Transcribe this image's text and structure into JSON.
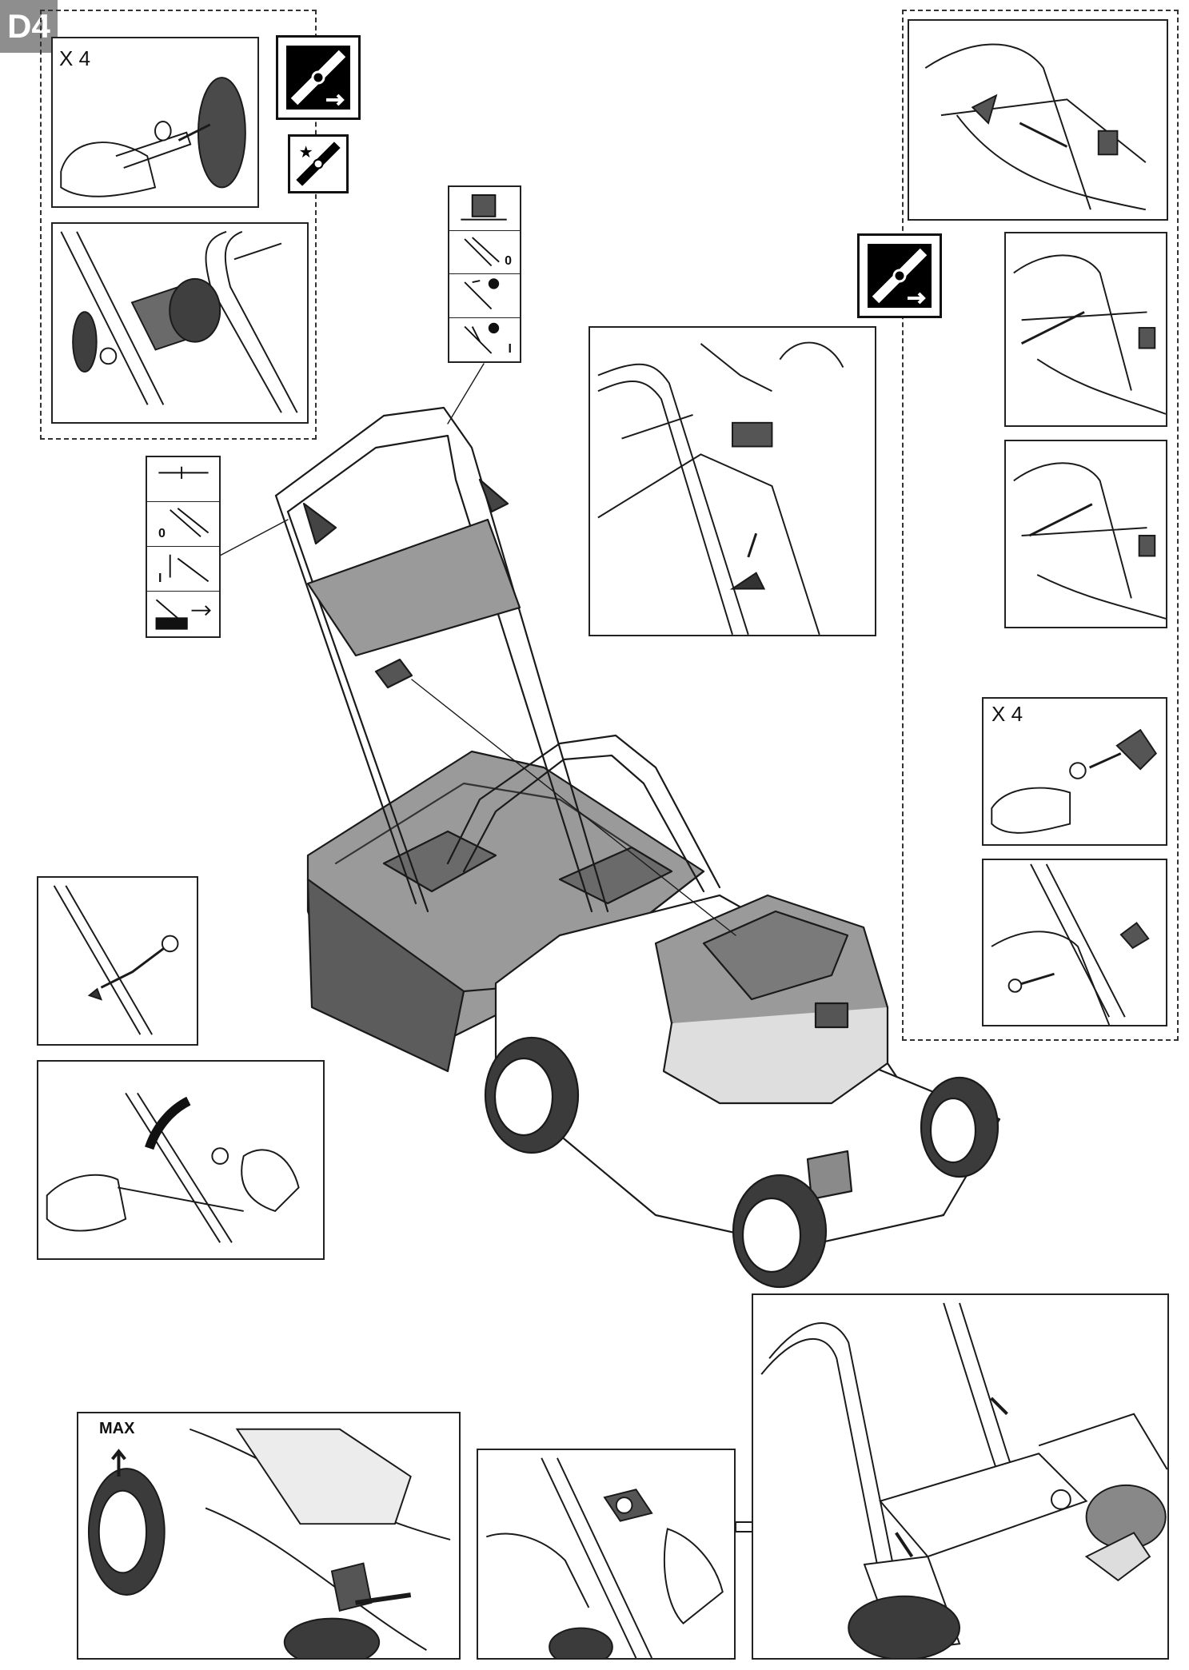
{
  "page_tag": "D4",
  "quantity_labels": {
    "top_left": "X 4",
    "right_middle": "X 4"
  },
  "fuel_step": {
    "max_label": "MAX"
  },
  "throttle_strip_left": {
    "positions": [
      "0",
      "I"
    ]
  },
  "throttle_strip_top": {
    "positions": [
      "0",
      "I"
    ]
  }
}
